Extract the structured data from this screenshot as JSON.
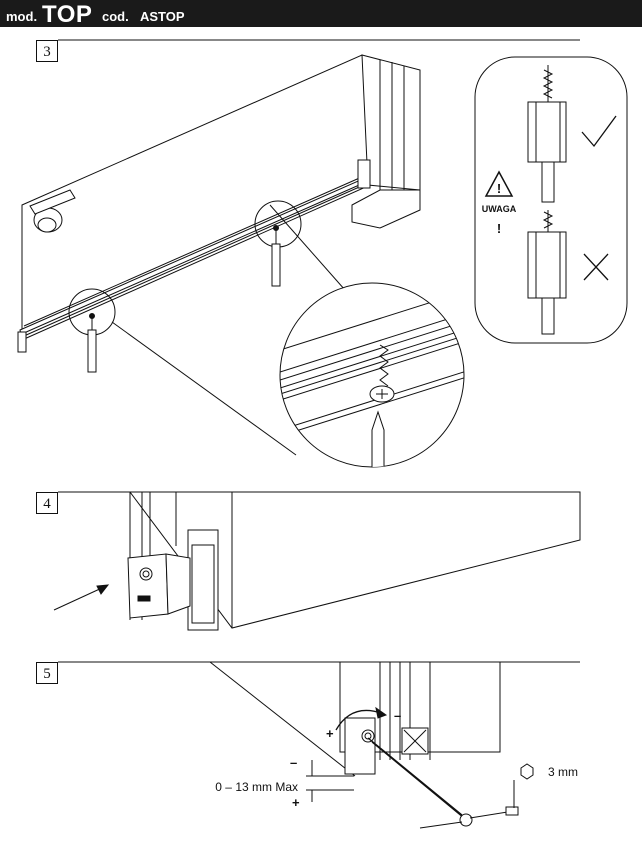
{
  "header": {
    "prefix": "mod.",
    "model": "TOP",
    "code_prefix": "cod.",
    "code": "ASTOP"
  },
  "steps": [
    {
      "number": "3"
    },
    {
      "number": "4"
    },
    {
      "number": "5"
    }
  ],
  "warning": {
    "label": "UWAGA",
    "mark": "!"
  },
  "step5": {
    "gap_label": "0 – 13 mm Max",
    "key_size": "3 mm",
    "plus": "+",
    "minus": "–"
  }
}
